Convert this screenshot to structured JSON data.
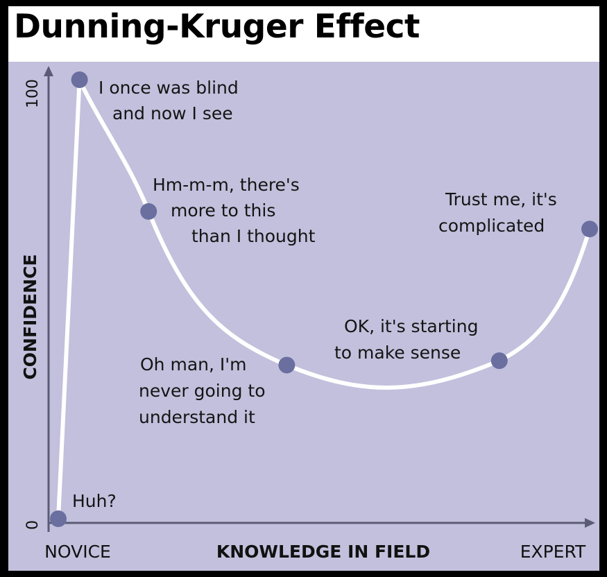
{
  "chart_data": {
    "type": "line",
    "title": "Dunning-Kruger Effect",
    "xlabel": "KNOWLEDGE IN FIELD",
    "ylabel": "CONFIDENCE",
    "x_start_label": "NOVICE",
    "x_end_label": "EXPERT",
    "xlim": [
      0,
      100
    ],
    "ylim": [
      0,
      100
    ],
    "yticks": [
      "0",
      "100"
    ],
    "grid": false,
    "colors": {
      "curve": "#ffffff",
      "points": "#6a6fa0",
      "background": "#c2c0dc"
    },
    "points": [
      {
        "x": 0,
        "y": 0,
        "label": [
          "Huh?"
        ]
      },
      {
        "x": 4,
        "y": 100,
        "label": [
          "I once was blind",
          "and now I see"
        ]
      },
      {
        "x": 17,
        "y": 70,
        "label": [
          "Hm-m-m, there's",
          "more to this",
          "than I thought"
        ]
      },
      {
        "x": 43,
        "y": 35,
        "label": [
          "Oh man, I'm",
          "never going to",
          "understand it"
        ]
      },
      {
        "x": 83,
        "y": 36,
        "label": [
          "OK, it's starting",
          "to make sense"
        ]
      },
      {
        "x": 100,
        "y": 66,
        "label": [
          "Trust me, it's",
          "complicated"
        ]
      }
    ]
  }
}
